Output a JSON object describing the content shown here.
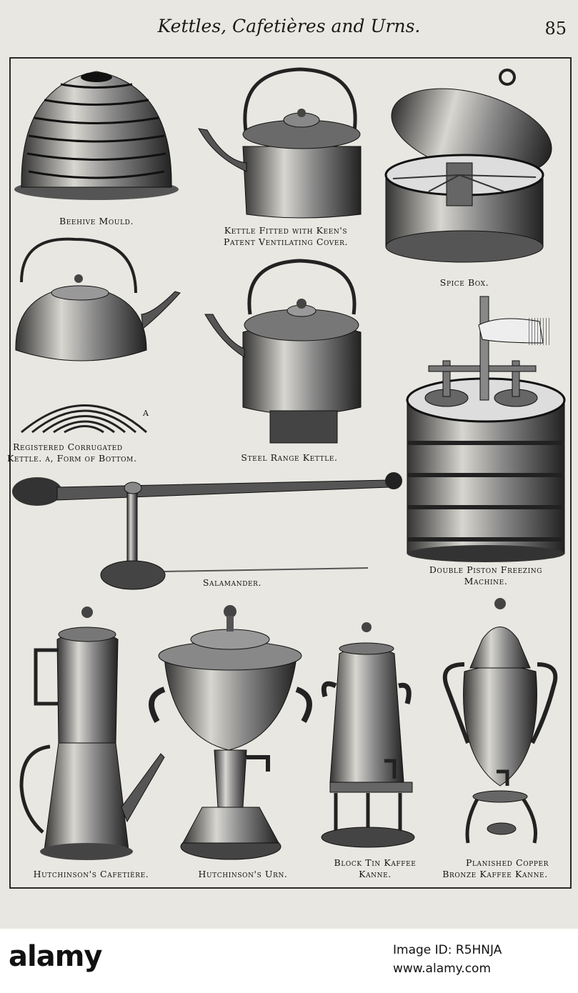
{
  "header": {
    "title": "Kettles, Cafetières and Urns.",
    "page_number": "85"
  },
  "captions": {
    "beehive": "Beehive Mould.",
    "keens_1": "Kettle Fitted with Keen's",
    "keens_2": "Patent Ventilating Cover.",
    "spice": "Spice Box.",
    "corrugated_1": "Registered Corrugated",
    "corrugated_2": "Kettle. a, Form of Bottom.",
    "corrugated_mark": "A",
    "steel": "Steel Range Kettle.",
    "salamander": "Salamander.",
    "freezing_1": "Double Piston Freezing",
    "freezing_2": "Machine.",
    "cafetiere": "Hutchinson's Cafetière.",
    "urn": "Hutchinson's Urn.",
    "blocktin_1": "Block Tin Kaffee",
    "blocktin_2": "Kanne.",
    "copper_1": "Planished Copper",
    "copper_2": "Bronze Kaffee Kanne."
  },
  "watermark": {
    "logo": "alamy",
    "image_id": "Image ID: R5HNJA",
    "url": "www.alamy.com"
  }
}
